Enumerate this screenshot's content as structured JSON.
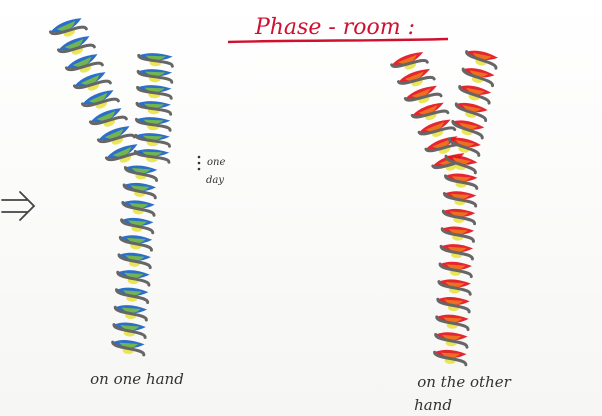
{
  "title": "Phase - room :",
  "left_caption": "on one hand",
  "right_caption_line1": "on the other",
  "right_caption_line2": "hand",
  "side_note_line1": "one",
  "side_note_line2": "day",
  "colors": {
    "title_ink": "#d01030",
    "ink": "#333333",
    "blue": "#1a63c4",
    "green": "#7cc23a",
    "yellow": "#e8e23a",
    "red": "#e3141e",
    "orange": "#f07d1a",
    "gray_coil": "#666666"
  },
  "icons": {
    "left_arrow": "double-arrow-right-icon"
  }
}
